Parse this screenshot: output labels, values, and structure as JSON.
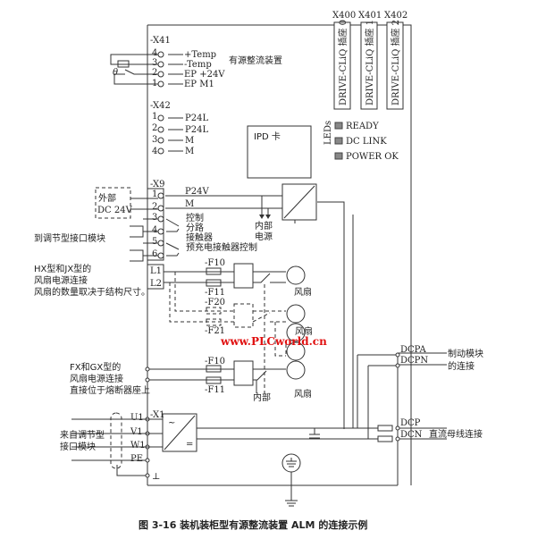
{
  "device_title": "有源整流装置",
  "drive_cliq": [
    {
      "port": "X400",
      "label": "DRIVE-CLiQ 插座 0"
    },
    {
      "port": "X401",
      "label": "DRIVE-CLiQ 插座 1"
    },
    {
      "port": "X402",
      "label": "DRIVE-CLiQ 插座 2"
    }
  ],
  "leds": {
    "title": "LEDs",
    "items": [
      "READY",
      "DC LINK",
      "POWER OK"
    ],
    "color": "#888888"
  },
  "ipd": "IPD 卡",
  "x41": {
    "name": "-X41",
    "terminals": [
      {
        "n": "4",
        "sig": "+Temp"
      },
      {
        "n": "3",
        "sig": "-Temp"
      },
      {
        "n": "2",
        "sig": "EP +24V"
      },
      {
        "n": "1",
        "sig": "EP M1"
      }
    ],
    "theta": "θ"
  },
  "x42": {
    "name": "-X42",
    "terminals": [
      {
        "n": "1",
        "sig": "P24L"
      },
      {
        "n": "2",
        "sig": "P24L"
      },
      {
        "n": "3",
        "sig": "M"
      },
      {
        "n": "4",
        "sig": "M"
      }
    ]
  },
  "x9": {
    "name": "-X9",
    "terminals": [
      "1",
      "2",
      "3",
      "4",
      "5",
      "6"
    ],
    "p24v": "P24V",
    "m": "M",
    "ext_line1": "外部",
    "ext_line2": "DC 24V",
    "ctrl": [
      "控制",
      "分路",
      "接触器"
    ],
    "precharge": "预充电接触器控制",
    "internal_power": [
      "内部",
      "电源"
    ],
    "to_module": "到调节型接口模块"
  },
  "fan": {
    "l1": "L1",
    "l2": "L2",
    "hx_note": [
      "HX型和JX型的",
      "风扇电源连接",
      "风扇的数量取决于结构尺寸。"
    ],
    "fx_note": [
      "FX和GX型的",
      "风扇电源连接",
      "直接位于熔断器座上"
    ],
    "f10": "-F10",
    "f11": "-F11",
    "f20": "-F20",
    "f21": "-F21",
    "fan_label": "风扇",
    "internal": "内部"
  },
  "dc": {
    "dcpa": "DCPA",
    "dcpn": "DCPN",
    "brake": [
      "制动模块",
      "的连接"
    ],
    "dcp": "DCP",
    "dcn": "DCN",
    "bus": "直流母线连接"
  },
  "x1": {
    "name": "-X1",
    "terminals": [
      "U1",
      "V1",
      "W1",
      "PE"
    ],
    "ac": "~",
    "dcs": "=",
    "from": [
      "来自调节型",
      "接口模块"
    ],
    "gnd": "⊥"
  },
  "watermark": "www.PLCworld.cn",
  "caption": "图 3-16   装机装柜型有源整流装置 ALM 的连接示例"
}
